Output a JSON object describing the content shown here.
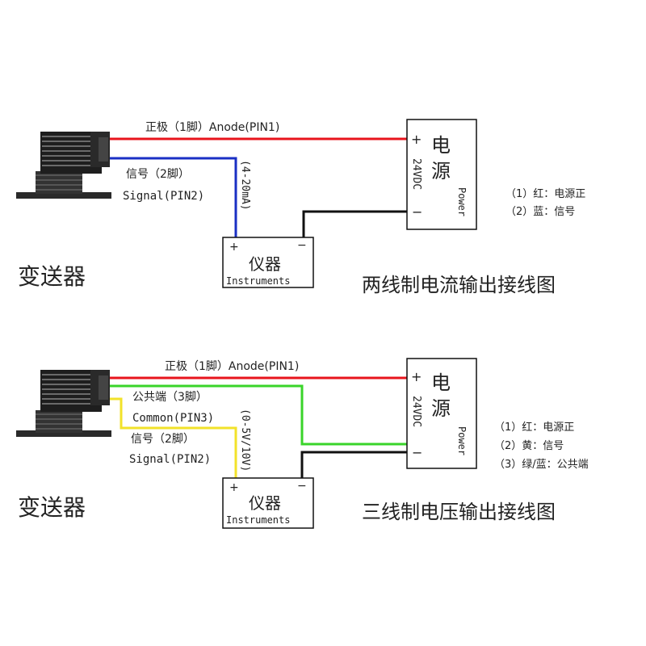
{
  "colors": {
    "red": "#e8141c",
    "blue": "#1a2fc4",
    "yellow": "#f2e22a",
    "green": "#39d42a",
    "black": "#111111"
  },
  "diagram1": {
    "anode_label": "正极（1脚）Anode(PIN1)",
    "signal_cn": "信号（2脚）",
    "signal_en": "Signal(PIN2)",
    "range_label": "(4-20mA)",
    "transmitter_label": "变送器",
    "power_plus": "+",
    "power_minus": "−",
    "power_cn_1": "电",
    "power_cn_2": "源",
    "power_voltage": "24VDC",
    "power_en": "Power",
    "instrument_plus": "+",
    "instrument_minus": "−",
    "instrument_cn": "仪器",
    "instrument_en": "Instruments",
    "title": "两线制电流输出接线图",
    "legend": [
      "（1）红：电源正",
      "（2）蓝：信号"
    ]
  },
  "diagram2": {
    "anode_label": "正极（1脚）Anode(PIN1)",
    "common_cn": "公共端（3脚）",
    "common_en": "Common(PIN3)",
    "signal_cn": "信号（2脚）",
    "signal_en": "Signal(PIN2)",
    "range_label": "(0-5V/10V)",
    "transmitter_label": "变送器",
    "power_plus": "+",
    "power_minus": "−",
    "power_cn_1": "电",
    "power_cn_2": "源",
    "power_voltage": "24VDC",
    "power_en": "Power",
    "instrument_plus": "+",
    "instrument_minus": "−",
    "instrument_cn": "仪器",
    "instrument_en": "Instruments",
    "title": "三线制电压输出接线图",
    "legend": [
      "（1）红：电源正",
      "（2）黄：信号",
      "（3）绿/蓝：公共端"
    ]
  }
}
